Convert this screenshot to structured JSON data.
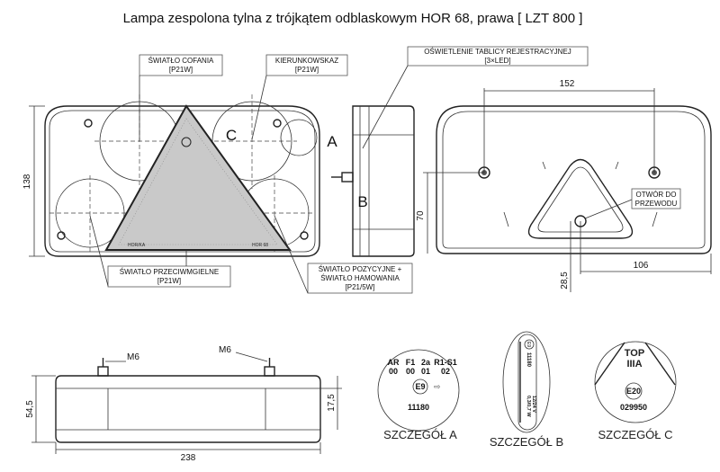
{
  "title": "Lampa zespolona tylna z trójkątem odblaskowym HOR 68, prawa [ LZT 800 ]",
  "labels": {
    "reverse": [
      "ŚWIATŁO COFANIA",
      "[P21W]"
    ],
    "indicator": [
      "KIERUNKOWSKAZ",
      "[P21W]"
    ],
    "plate": [
      "OŚWIETLENIE TABLICY REJESTRACYJNEJ",
      "[3×LED]"
    ],
    "fog": [
      "ŚWIATŁO PRZECIWMGIELNE",
      "[P21W]"
    ],
    "position": [
      "ŚWIATŁO POZYCYJNE +",
      "ŚWIATŁO HAMOWANIA",
      "[P21/5W]"
    ],
    "cable_hole": [
      "OTWÓR DO",
      "PRZEWODU"
    ]
  },
  "markers": {
    "a": "A",
    "b": "B",
    "c": "C"
  },
  "dimensions": {
    "height": "138",
    "width_mounts": "152",
    "mount_to_bottom": "70",
    "hole_from_side": "106",
    "hole_from_bottom": "28,5",
    "depth": "54,5",
    "depth_small": "17,5",
    "length": "238",
    "bolt1": "M6",
    "bolt2": "M6"
  },
  "reflector_text": [
    "HOR/KA",
    "HOR 68"
  ],
  "details": {
    "a": {
      "title": "SZCZEGÓŁ A",
      "row1": [
        "AR",
        "F1",
        "2a",
        "R1-S1"
      ],
      "row2": [
        "00",
        "00",
        "01",
        "02"
      ],
      "mark": "E9",
      "code": "11180"
    },
    "b": {
      "title": "SZCZEGÓŁ B",
      "mark": "E9",
      "code": "11180",
      "voltage": "12/24 V",
      "power": "0,3/0,7 W"
    },
    "c": {
      "title": "SZCZEGÓŁ C",
      "line1": "TOP",
      "line2": "IIIA",
      "mark": "E20",
      "code": "029950"
    }
  }
}
